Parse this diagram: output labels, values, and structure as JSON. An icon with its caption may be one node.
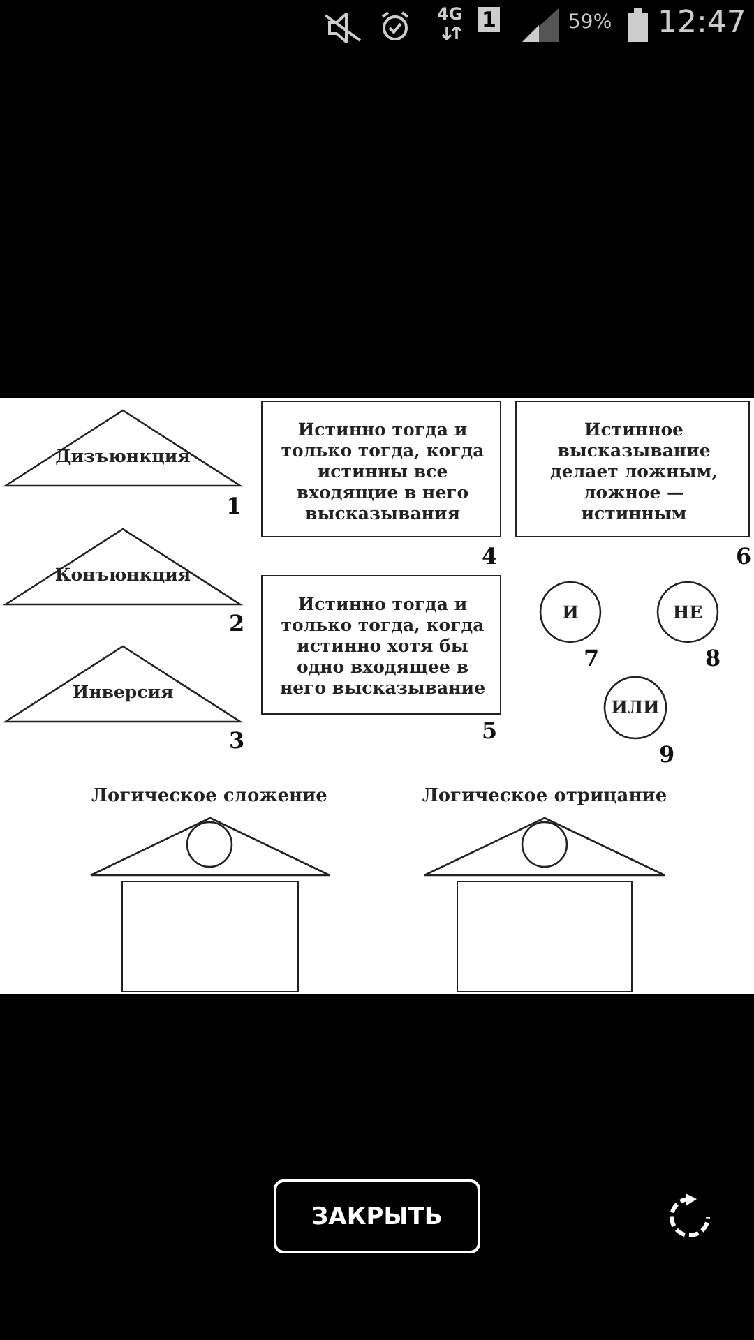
{
  "diagram": {
    "nodes": [
      {
        "text": [
          "Дизъюнкция"
        ],
        "beside": [
          "1"
        ]
      },
      {
        "text": [
          "Конъюнкция"
        ],
        "beside": [
          "2"
        ]
      },
      {
        "text": [
          "Инверсия"
        ],
        "beside": [
          "3"
        ]
      },
      {
        "text": [
          "Истинно тогда и только тогда, когда истинны все входящие в него высказывания"
        ],
        "beside": [
          "4"
        ]
      },
      {
        "text": [
          "Истинно тогда и только тогда, когда истинно хотя бы одно входящее в него высказывание"
        ],
        "beside": [
          "5"
        ]
      },
      {
        "text": [
          "Истинное высказывание делает ложным, ложное — истинным"
        ],
        "beside": [
          "6"
        ]
      },
      {
        "text": [
          "И"
        ],
        "beside": [
          "7"
        ]
      },
      {
        "text": [
          "НЕ"
        ],
        "beside": [
          "8"
        ]
      },
      {
        "text": [
          "ИЛИ"
        ],
        "beside": [
          "9"
        ]
      },
      {
        "text": [
          "Логическое сложение"
        ]
      },
      {
        "text": [],
        "shape": "circle",
        "in": 9
      },
      {
        "text": [],
        "shape": "box"
      },
      {
        "text": [
          "Логическое отрицание"
        ]
      },
      {
        "text": [],
        "shape": "circle",
        "in": 12
      },
      {
        "text": [],
        "shape": "box"
      }
    ],
    "edges": [],
    "labels": [
      "4G",
      "1",
      "59%",
      "12:47",
      "ЗАКРЫТЬ"
    ]
  }
}
